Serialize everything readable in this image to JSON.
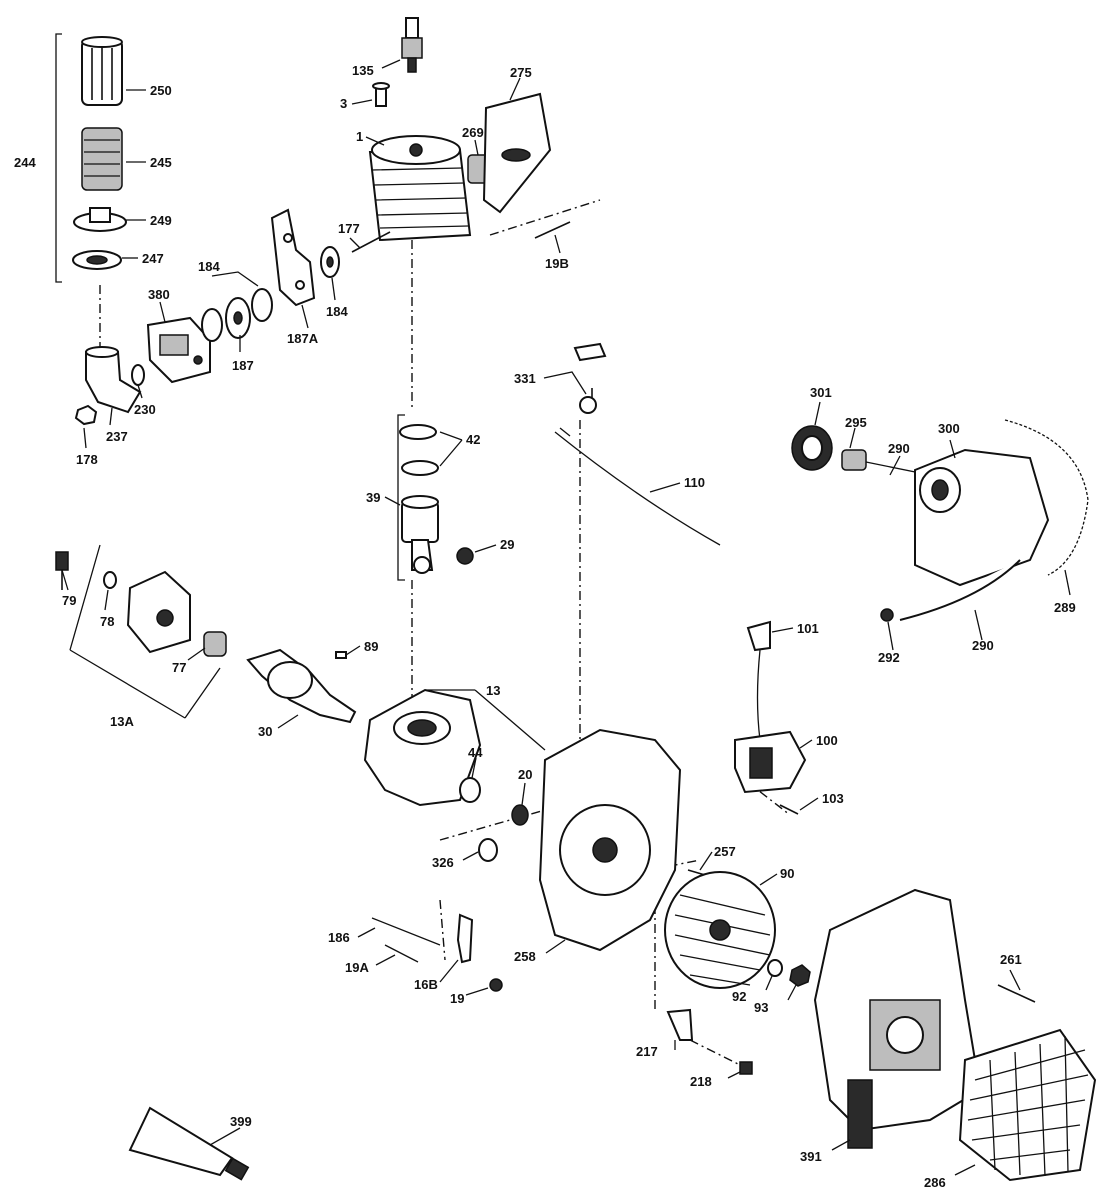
{
  "diagram": {
    "callouts": [
      {
        "id": "c135",
        "label": "135"
      },
      {
        "id": "c250",
        "label": "250"
      },
      {
        "id": "c275",
        "label": "275"
      },
      {
        "id": "c3",
        "label": "3"
      },
      {
        "id": "c1",
        "label": "1"
      },
      {
        "id": "c269",
        "label": "269"
      },
      {
        "id": "c244",
        "label": "244"
      },
      {
        "id": "c245",
        "label": "245"
      },
      {
        "id": "c249",
        "label": "249"
      },
      {
        "id": "c247",
        "label": "247"
      },
      {
        "id": "c177",
        "label": "177"
      },
      {
        "id": "c19B",
        "label": "19B"
      },
      {
        "id": "c184a",
        "label": "184"
      },
      {
        "id": "c380",
        "label": "380"
      },
      {
        "id": "c184b",
        "label": "184"
      },
      {
        "id": "c187A",
        "label": "187A"
      },
      {
        "id": "c187",
        "label": "187"
      },
      {
        "id": "c230",
        "label": "230"
      },
      {
        "id": "c237",
        "label": "237"
      },
      {
        "id": "c178",
        "label": "178"
      },
      {
        "id": "c331",
        "label": "331"
      },
      {
        "id": "c301",
        "label": "301"
      },
      {
        "id": "c295",
        "label": "295"
      },
      {
        "id": "c290a",
        "label": "290"
      },
      {
        "id": "c300",
        "label": "300"
      },
      {
        "id": "c42",
        "label": "42"
      },
      {
        "id": "c110",
        "label": "110"
      },
      {
        "id": "c39",
        "label": "39"
      },
      {
        "id": "c29",
        "label": "29"
      },
      {
        "id": "c289",
        "label": "289"
      },
      {
        "id": "c79",
        "label": "79"
      },
      {
        "id": "c78",
        "label": "78"
      },
      {
        "id": "c292",
        "label": "292"
      },
      {
        "id": "c290b",
        "label": "290"
      },
      {
        "id": "c101",
        "label": "101"
      },
      {
        "id": "c89",
        "label": "89"
      },
      {
        "id": "c77",
        "label": "77"
      },
      {
        "id": "c13",
        "label": "13"
      },
      {
        "id": "c13A",
        "label": "13A"
      },
      {
        "id": "c30",
        "label": "30"
      },
      {
        "id": "c100",
        "label": "100"
      },
      {
        "id": "c44",
        "label": "44"
      },
      {
        "id": "c20",
        "label": "20"
      },
      {
        "id": "c103",
        "label": "103"
      },
      {
        "id": "c326",
        "label": "326"
      },
      {
        "id": "c257",
        "label": "257"
      },
      {
        "id": "c90",
        "label": "90"
      },
      {
        "id": "c186",
        "label": "186"
      },
      {
        "id": "c258",
        "label": "258"
      },
      {
        "id": "c261",
        "label": "261"
      },
      {
        "id": "c19A",
        "label": "19A"
      },
      {
        "id": "c16B",
        "label": "16B"
      },
      {
        "id": "c19",
        "label": "19"
      },
      {
        "id": "c92",
        "label": "92"
      },
      {
        "id": "c93",
        "label": "93"
      },
      {
        "id": "c217",
        "label": "217"
      },
      {
        "id": "c218",
        "label": "218"
      },
      {
        "id": "c399",
        "label": "399"
      },
      {
        "id": "c391",
        "label": "391"
      },
      {
        "id": "c286",
        "label": "286"
      }
    ]
  }
}
